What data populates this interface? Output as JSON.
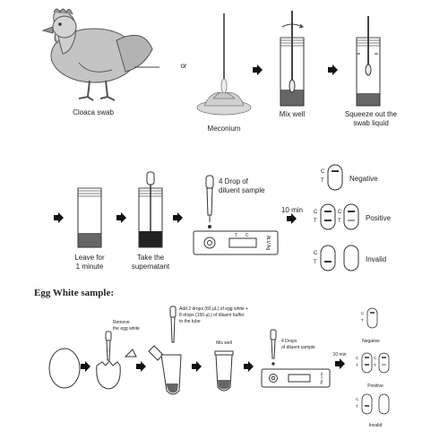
{
  "swab_section": {
    "cloaca_label": "Cloaca swab",
    "or_label": "or",
    "meconium_label": "Meconium",
    "mix_label": "Mix well",
    "squeeze_line1": "Squeeze out the",
    "squeeze_line2": "swab liquid",
    "leave_line1": "Leave for",
    "leave_line2": "1 minute",
    "take_line1": "Take the",
    "take_line2": "supernatant",
    "drop_line1": "4 Drop of",
    "drop_line2": "diluent sample",
    "time_label": "10 min",
    "cassette_text": "ALV Ag",
    "negative_label": "Negative",
    "positive_label": "Positive",
    "invalid_label": "Invalid",
    "c_letter": "C",
    "t_letter": "T"
  },
  "egg_section": {
    "title": "Egg White sample:",
    "remove_line1": "Remove",
    "remove_line2": "the egg white",
    "add_line1": "Add 2 drops (60 μL) of egg white +",
    "add_line2": "8 drops (150 μL) of diluent buffer",
    "add_line3": "to the tube",
    "mix_label": "Mix well",
    "drops_line1": "4 Drops",
    "drops_line2": "of diluent sample",
    "time_label": "10 min",
    "negative_label": "Negative",
    "positive_label": "Positive",
    "invalid_label": "Invalid"
  }
}
